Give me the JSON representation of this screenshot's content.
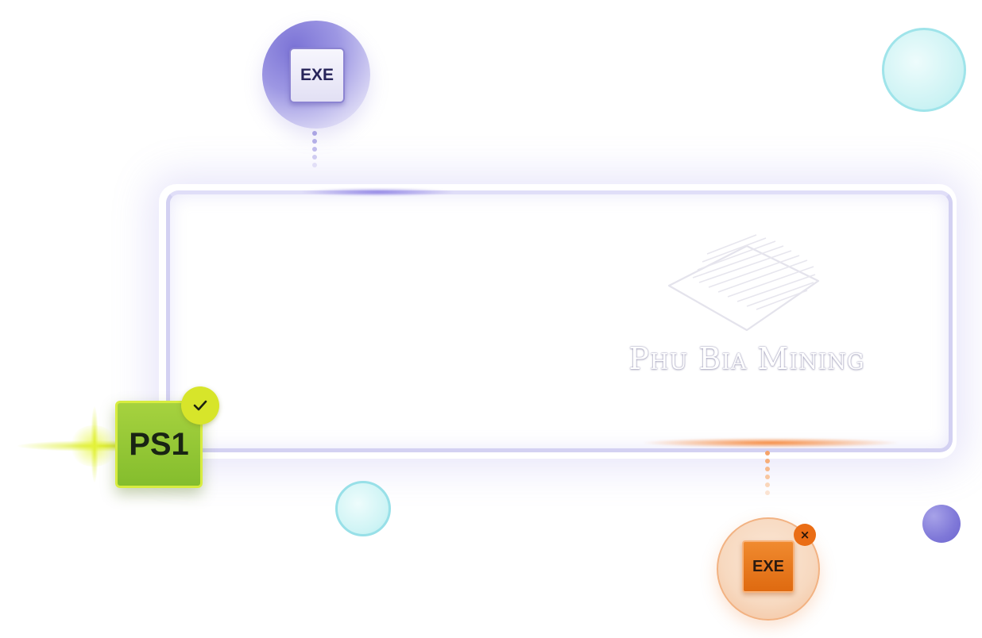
{
  "logo": {
    "text": "Phu Bia Mining",
    "icon": "layered-plates-logo-icon"
  },
  "tiles": {
    "top_exe": {
      "label": "EXE",
      "icon": "exe-file-icon",
      "accent": "#7c74d6"
    },
    "bottom_exe": {
      "label": "EXE",
      "icon": "exe-file-icon",
      "accent": "#e8741d",
      "status_icon": "close-icon",
      "status_glyph": "×"
    },
    "ps1": {
      "label": "PS1",
      "icon": "ps1-file-icon",
      "accent": "#9ccb36",
      "status_icon": "checkmark-icon"
    }
  },
  "colors": {
    "card_border": "#d3d1f2",
    "purple_glow": "#8273e1",
    "orange_glow": "#f58232",
    "teal": "#9fe4ea",
    "lime": "#d7e52a"
  }
}
